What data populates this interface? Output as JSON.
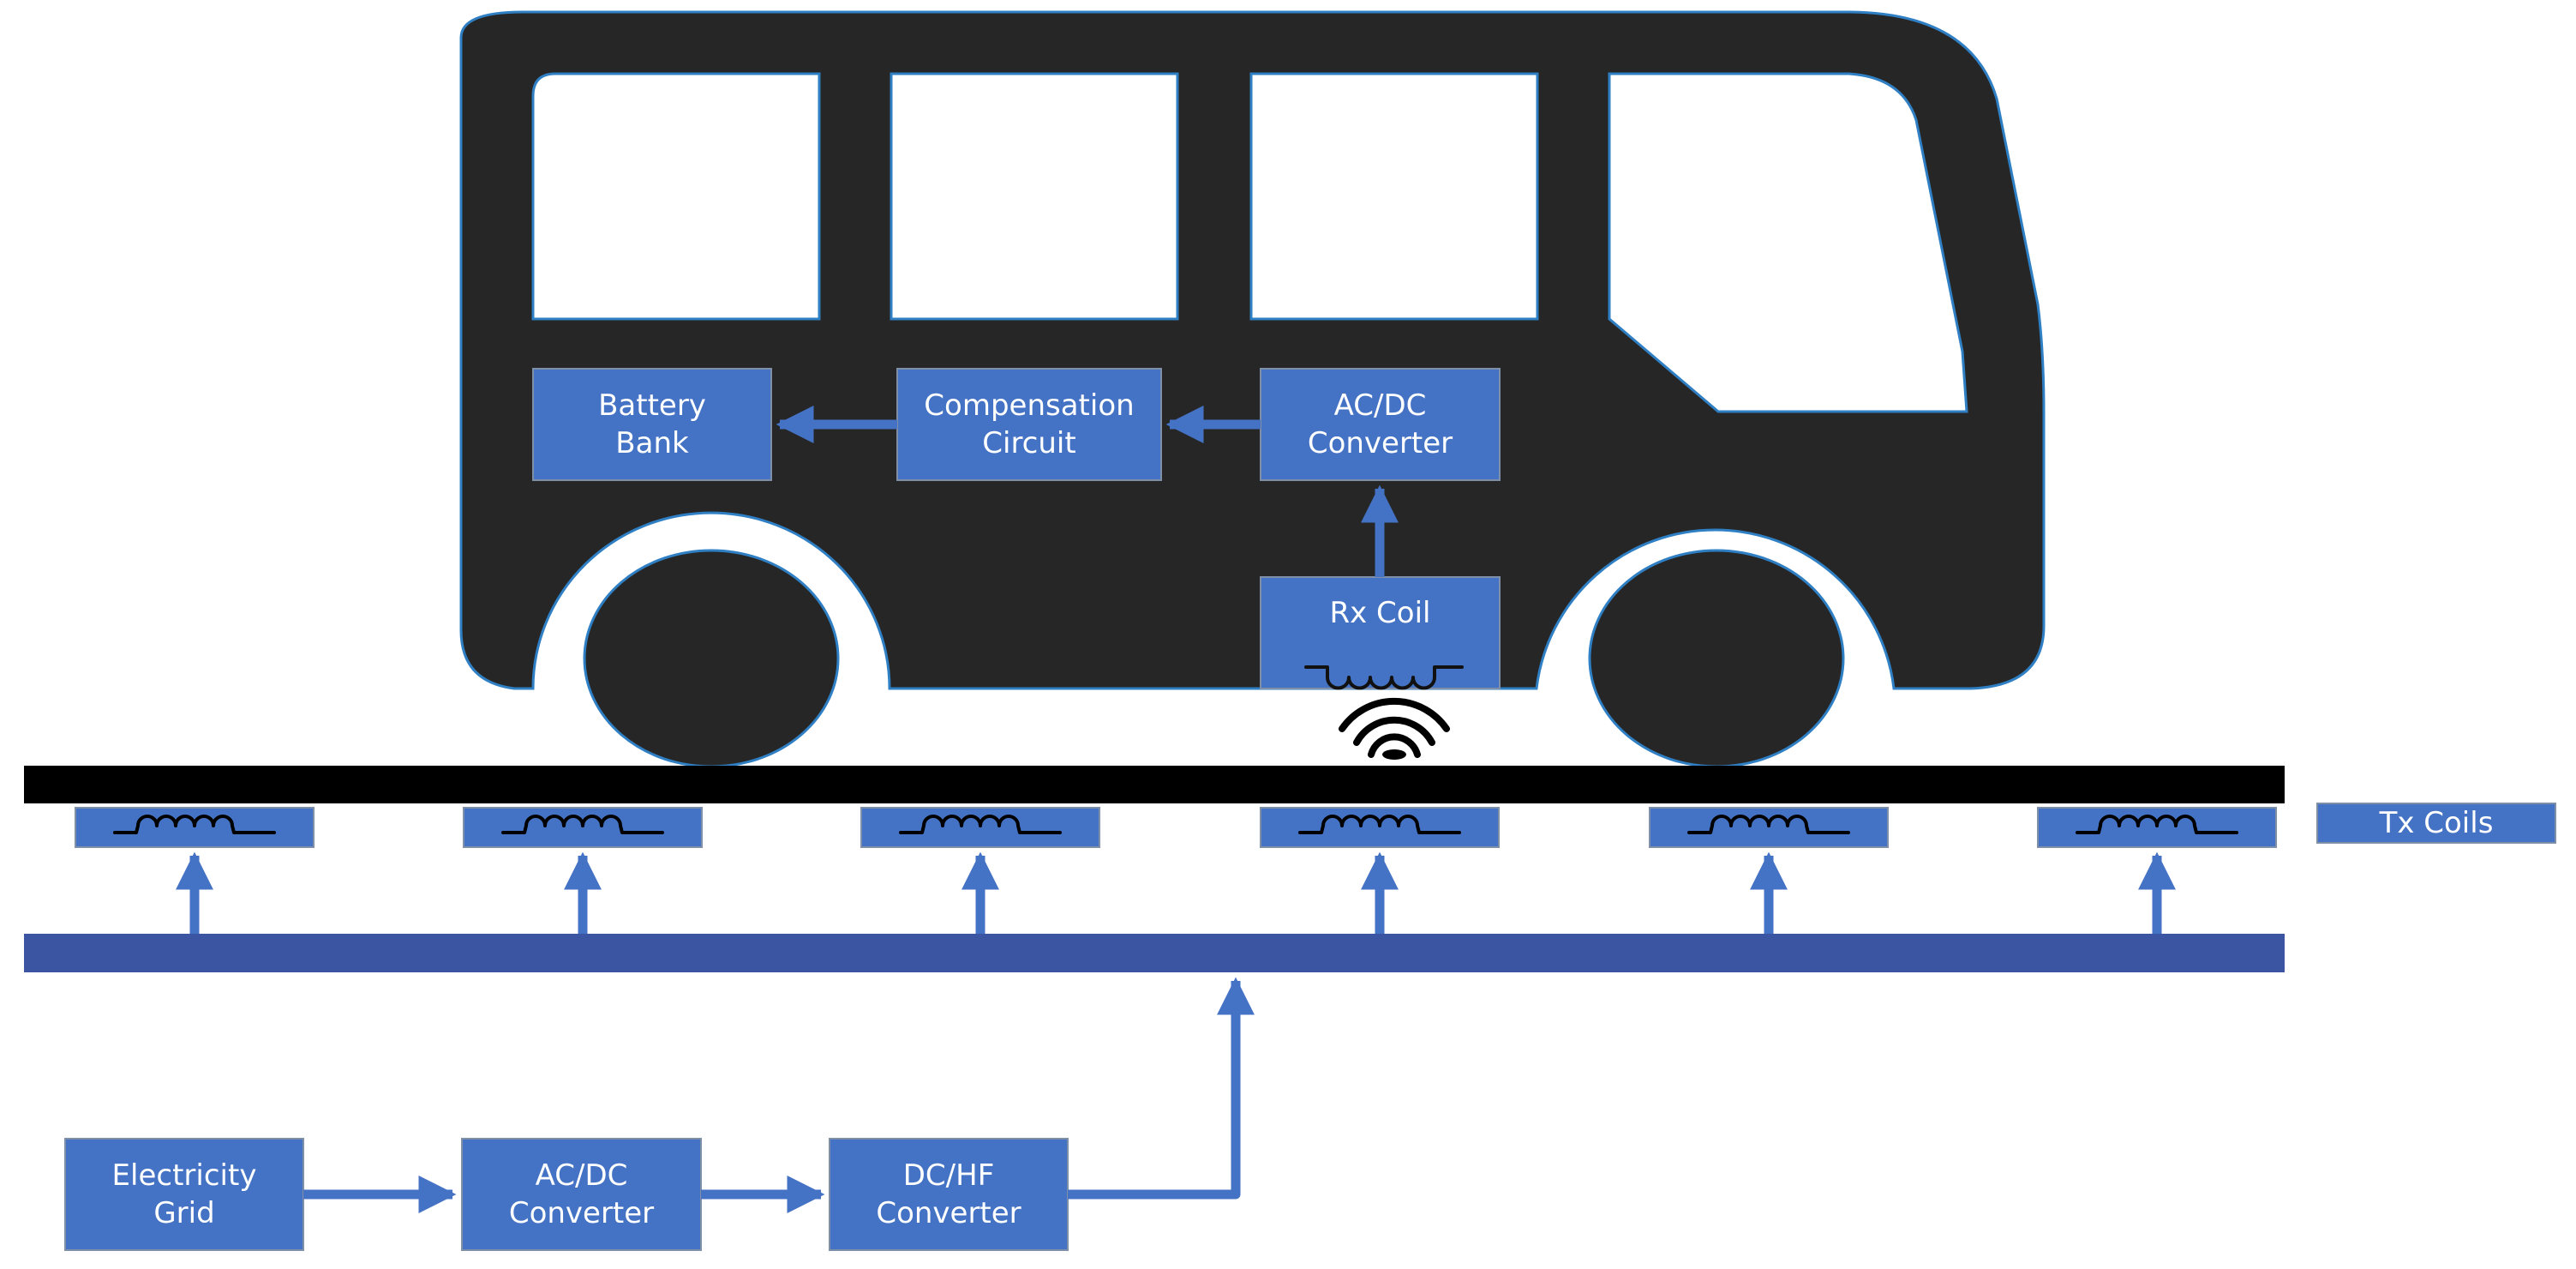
{
  "colors": {
    "bus_body": "#262626",
    "bus_outline": "#2f7fc4",
    "box_fill": "#4472c4",
    "box_border": "#7f8fa8",
    "arrow": "#4472c4",
    "bus_bar": "#3b55a3",
    "road": "#000000",
    "window": "#ffffff",
    "coil_symbol": "#000000",
    "rx_coil_symbol": "#111111",
    "text": "#ffffff"
  },
  "vehicle": {
    "battery_bank": "Battery\nBank",
    "compensation_circuit": "Compensation\nCircuit",
    "ac_dc_converter": "AC/DC\nConverter",
    "rx_coil": "Rx Coil",
    "wireless_icon": "wireless-signal-icon"
  },
  "road": {
    "tx_coil_count": 6,
    "tx_coils_label": "Tx Coils"
  },
  "supply": {
    "electricity_grid": "Electricity\nGrid",
    "ac_dc_converter": "AC/DC\nConverter",
    "dc_hf_converter": "DC/HF\nConverter"
  }
}
